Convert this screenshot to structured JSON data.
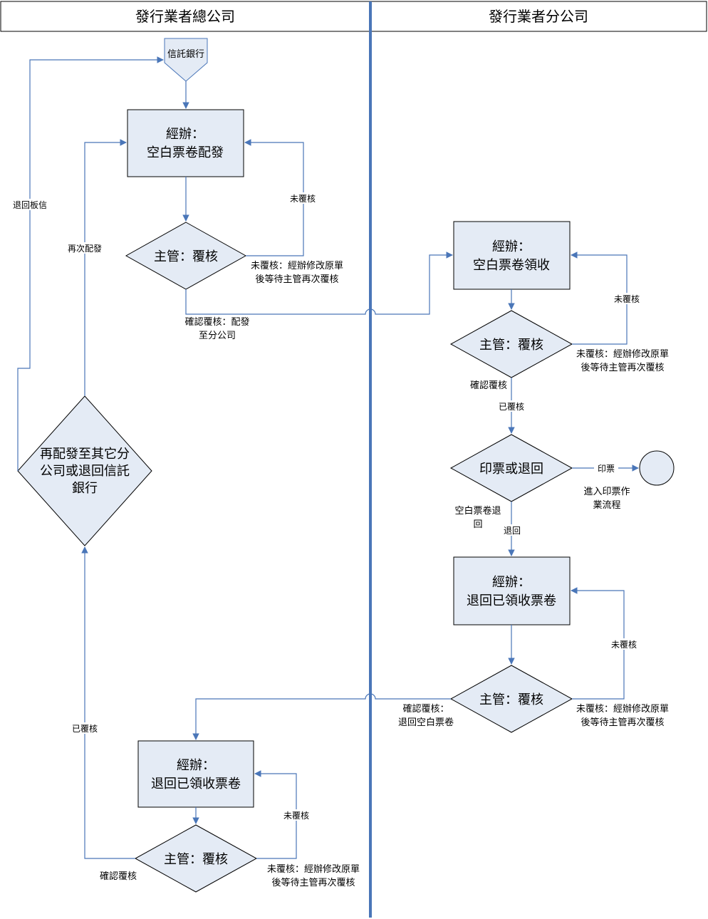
{
  "lanes": {
    "hq": "發行業者總公司",
    "branch": "發行業者分公司"
  },
  "hq": {
    "trust_bank": "信託銀行",
    "distribute_box": [
      "經辦：",
      "空白票卷配發"
    ],
    "review1": "主管：覆核",
    "review1_not_label": "未覆核",
    "review1_not_note": [
      "未覆核：經辦修改原單",
      "後等待主管再次覆核"
    ],
    "review1_confirm_note": [
      "確認覆核：配發",
      "至分公司"
    ],
    "redistribute_decision": [
      "再配發至其它分",
      "公司或退回信託",
      "銀行"
    ],
    "redistribute_label": "再次配發",
    "return_bank_label": "退回板信",
    "reviewed_label": "已覆核",
    "return_box": [
      "經辦：",
      "退回已領收票卷"
    ],
    "review2": "主管：覆核",
    "review2_not_label": "未覆核",
    "review2_not_note": [
      "未覆核：經辦修改原單",
      "後等待主管再次覆核"
    ],
    "review2_confirm_label": "確認覆核"
  },
  "branch": {
    "receive_box": [
      "經辦：",
      "空白票卷領收"
    ],
    "review1": "主管：覆核",
    "review1_not_label": "未覆核",
    "review1_not_note": [
      "未覆核：經辦修改原單",
      "後等待主管再次覆核"
    ],
    "review1_confirm_label": "確認覆核",
    "reviewed_label": "已覆核",
    "print_decision": "印票或退回",
    "print_label": "印票",
    "print_note": [
      "進入印票作",
      "業流程"
    ],
    "return_note": [
      "空白票卷退",
      "回"
    ],
    "return_label": "退回",
    "return_box": [
      "經辦：",
      "退回已領收票卷"
    ],
    "review2": "主管：覆核",
    "review2_not_label": "未覆核",
    "review2_not_note": [
      "未覆核：經辦修改原單",
      "後等待主管再次覆核"
    ],
    "review2_confirm_note": [
      "確認覆核：",
      "退回空白票卷"
    ]
  },
  "colors": {
    "fill": "#e4ebf5",
    "line": "#4a76b8",
    "divider": "#4a76b8",
    "border": "#000000"
  }
}
